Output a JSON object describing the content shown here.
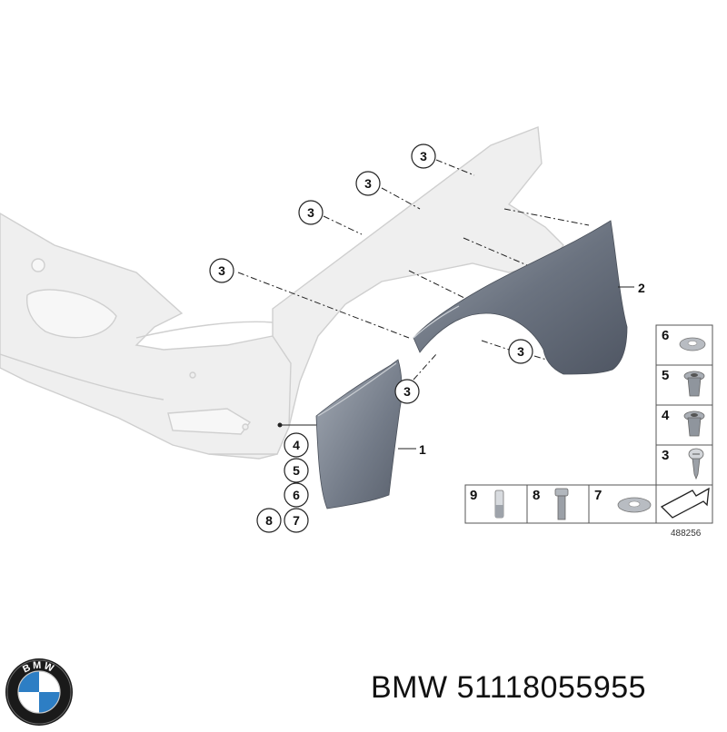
{
  "diagram": {
    "diagram_id": "488256",
    "callouts": {
      "fastener_3": "3",
      "rear_fender_2": "2",
      "front_extension_1": "1",
      "nut_4": "4",
      "nut_5": "5",
      "washer_6": "6",
      "bolt_8": "8",
      "washer_7": "7"
    },
    "legend_items": [
      {
        "num": "6",
        "icon": "washer-icon"
      },
      {
        "num": "5",
        "icon": "expanding-nut-icon"
      },
      {
        "num": "4",
        "icon": "expanding-nut-icon"
      },
      {
        "num": "3",
        "icon": "screw-icon"
      },
      {
        "num": "9",
        "icon": "dowel-icon"
      },
      {
        "num": "8",
        "icon": "bolt-icon"
      },
      {
        "num": "7",
        "icon": "washer-icon"
      }
    ]
  },
  "footer": {
    "brand": "BMW",
    "part_number": "51118055955",
    "logo_letters": "BMW"
  },
  "colors": {
    "fender_dark": "#6b7380",
    "ghost_body": "#e6e6e6",
    "logo_blue": "#2d7ec4",
    "logo_ring": "#1a1a1a"
  }
}
